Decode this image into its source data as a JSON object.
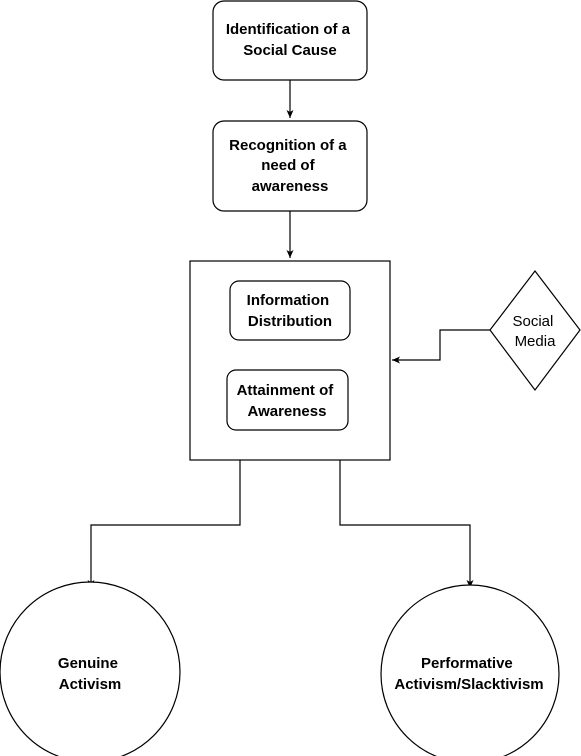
{
  "nodes": {
    "identification": {
      "lines": [
        "Identification of a",
        "Social Cause"
      ]
    },
    "recognition": {
      "lines": [
        "Recognition of a",
        "need of",
        "awareness"
      ]
    },
    "information": {
      "lines": [
        "Information",
        "Distribution"
      ]
    },
    "attainment": {
      "lines": [
        "Attainment of",
        "Awareness"
      ]
    },
    "social_media": {
      "lines": [
        "Social",
        "Media"
      ]
    },
    "genuine": {
      "lines": [
        "Genuine",
        "Activism"
      ]
    },
    "performative": {
      "lines": [
        "Performative",
        "Activism/Slacktivism"
      ]
    }
  }
}
